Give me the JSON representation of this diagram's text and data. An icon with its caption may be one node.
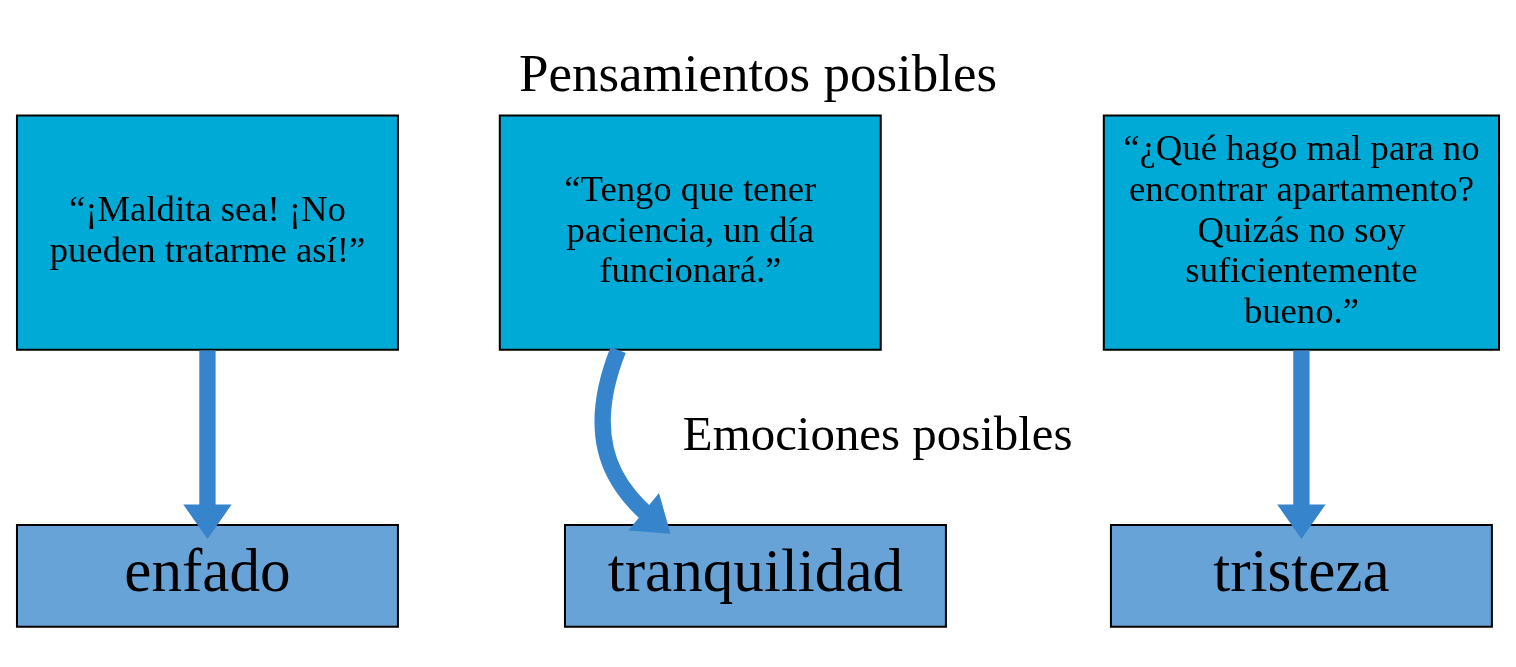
{
  "diagram": {
    "title": "Pensamientos posibles",
    "nodes": [
      {
        "text": [
          "“¡Maldita sea! ¡No pueden tratarme así!”"
        ]
      },
      {
        "text": [
          "“Tengo que tener paciencia, un día funcionará.”"
        ]
      },
      {
        "text": [
          "“¿Qué hago mal para no encontrar apartamento? Quizás no soy suficientemente bueno.”"
        ]
      },
      {
        "text": [
          "enfado"
        ]
      },
      {
        "text": [
          "tranquilidad"
        ]
      },
      {
        "text": [
          "tristeza"
        ]
      }
    ],
    "edges": [
      {
        "from": 0,
        "to": 3,
        "arrow": "to"
      },
      {
        "from": 1,
        "to": 4,
        "arrow": "to"
      },
      {
        "from": 2,
        "to": 5,
        "arrow": "to"
      }
    ],
    "labels": [
      "Emociones posibles"
    ]
  }
}
